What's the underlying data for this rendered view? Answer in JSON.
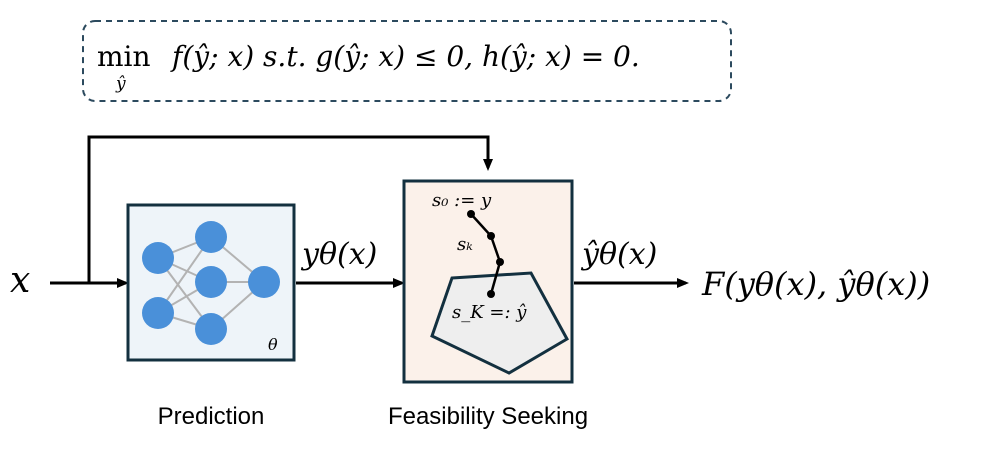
{
  "objective": {
    "min_label": "min",
    "min_sub": "ŷ",
    "formula": "f(ŷ; x) s.t. g(ŷ; x) ≤ 0,  h(ŷ; x) = 0."
  },
  "input": {
    "label": "x"
  },
  "prediction": {
    "caption": "Prediction",
    "param_label": "θ",
    "output_label": "yθ(x)"
  },
  "feasibility": {
    "caption": "Feasibility Seeking",
    "s0_label": "s₀ := y",
    "sk_label": "sₖ",
    "sK_label": "s_K =: ŷ",
    "output_label": "ŷθ(x)"
  },
  "loss": {
    "label": "F(yθ(x), ŷθ(x))"
  },
  "colors": {
    "box_border": "#13303f",
    "nn_bg": "#eef4f9",
    "nn_node": "#4a90d9",
    "nn_edge": "#b3b3b3",
    "fs_bg": "#fbf1ea",
    "polygon_fill": "#eeeeee",
    "polygon_stroke": "#13303f",
    "objective_border": "#2c4a5e",
    "arrow": "#000000"
  }
}
